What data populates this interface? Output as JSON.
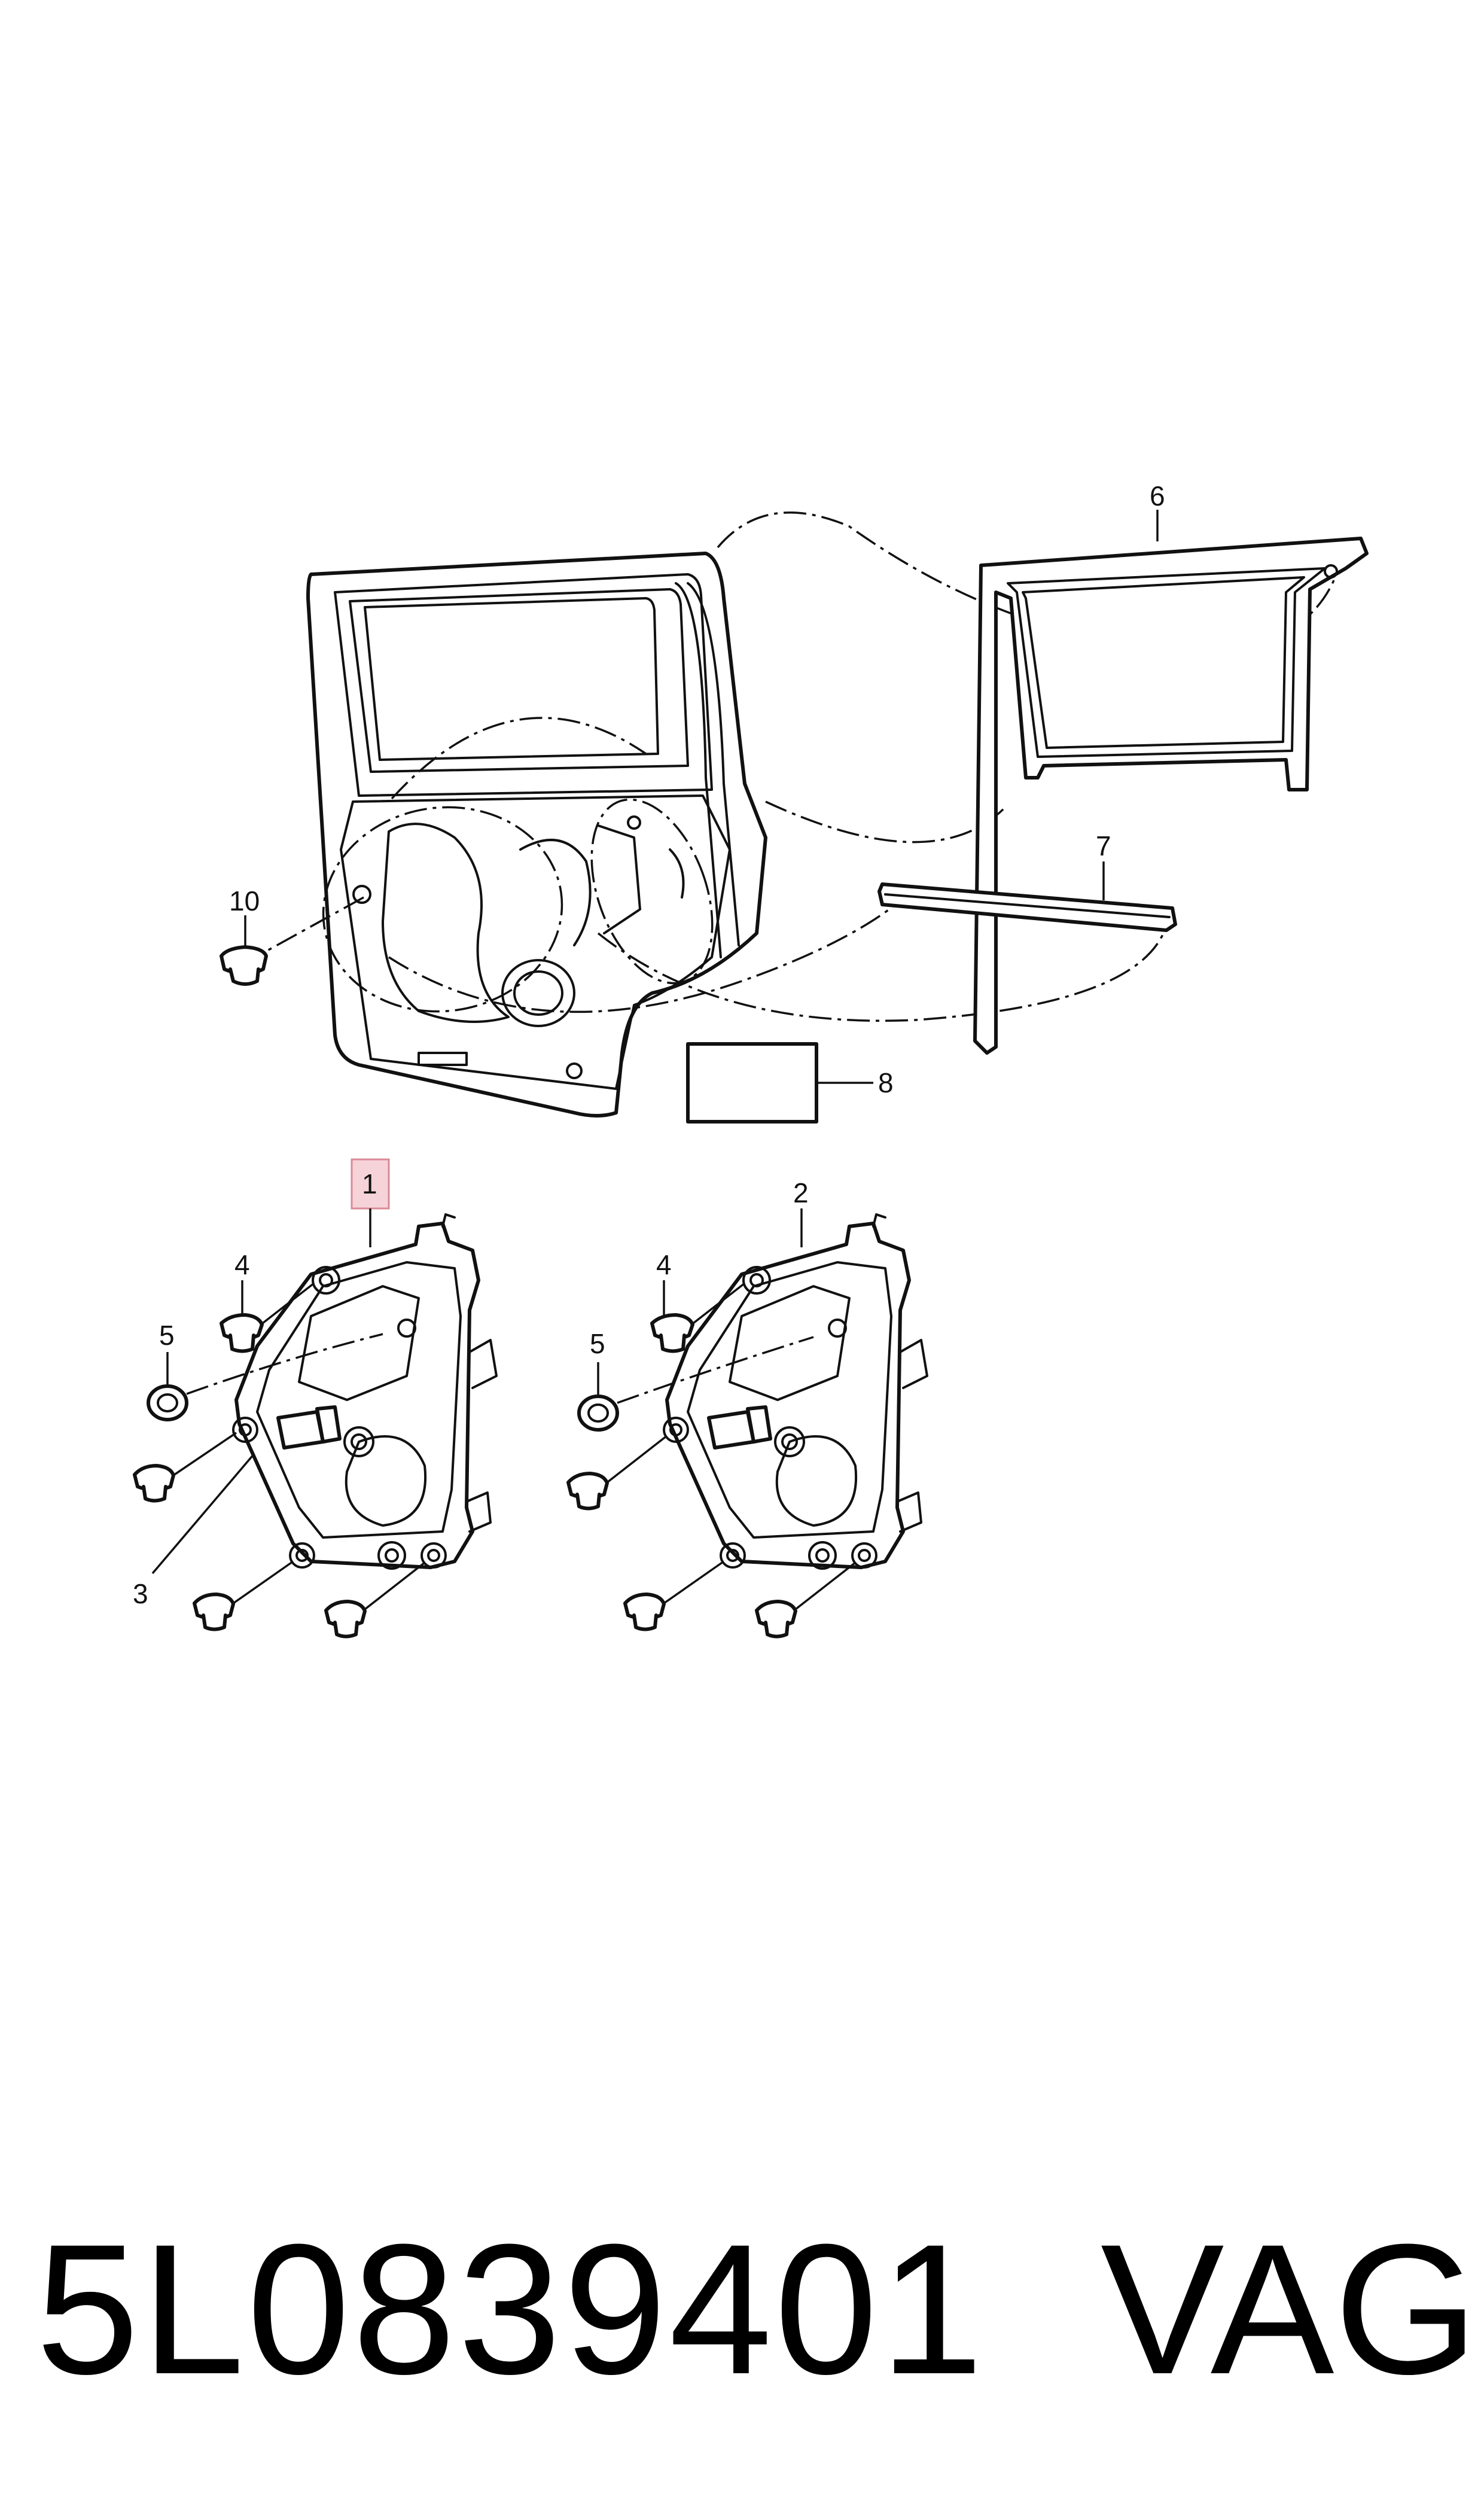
{
  "callouts": {
    "c1": "1",
    "c2": "2",
    "c3": "3",
    "c4a": "4",
    "c4b": "4",
    "c5a": "5",
    "c5b": "5",
    "c6": "6",
    "c7": "7",
    "c8": "8",
    "c10": "10"
  },
  "highlight_color": "#f6d3d8",
  "footer": {
    "part_number": "5L0839401",
    "brand": "VAG"
  }
}
